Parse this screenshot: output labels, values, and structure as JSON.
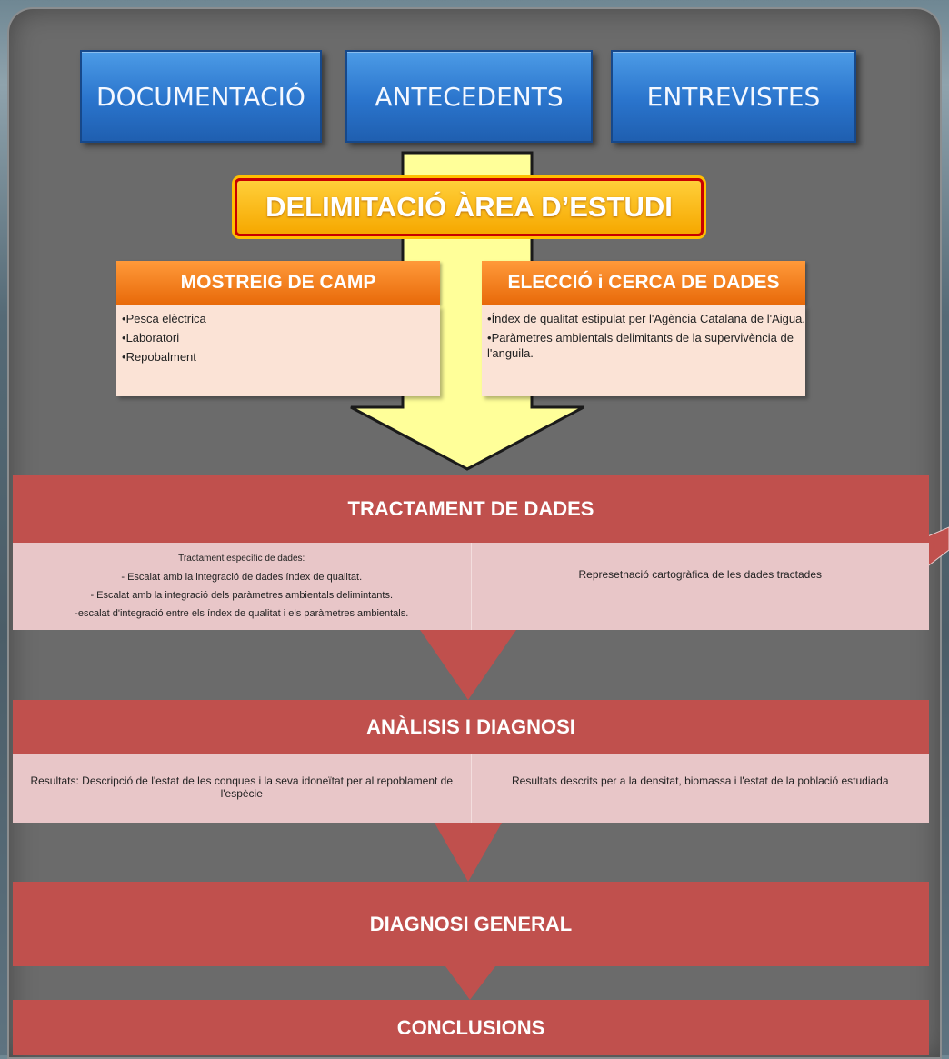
{
  "top_buttons": [
    "DOCUMENTACIÓ",
    "ANTECEDENTS",
    "ENTREVISTES"
  ],
  "delimitacio": "DELIMITACIÓ ÀREA D’ESTUDI",
  "mostreig": {
    "title": "MOSTREIG DE CAMP",
    "items": [
      "Pesca elèctrica",
      "Laboratori",
      "Repobalment"
    ]
  },
  "eleccio": {
    "title": "ELECCIÓ i CERCA DE DADES",
    "items": [
      "Índex de qualitat estipulat per l'Agència Catalana de l'Aigua.",
      "Paràmetres ambientals delimitants de la supervivència de l'anguila."
    ]
  },
  "tractament": {
    "title": "TRACTAMENT  DE DADES",
    "left_lines": [
      "Tractament específic de dades:",
      "- Escalat amb la integració de dades índex de qualitat.",
      "- Escalat amb la integració dels paràmetres ambientals delimintants.",
      "-escalat d'integració entre els índex de qualitat i els paràmetres ambientals."
    ],
    "right": "Represetnació cartogràfica de les dades tractades"
  },
  "analisi": {
    "title": "ANÀLISIS I DIAGNOSI",
    "left": "Resultats: Descripció de l'estat de les conques i la seva idoneïtat per al repoblament de l'espècie",
    "right": "Resultats descrits per a la densitat, biomassa i l'estat de la població estudiada"
  },
  "diagnosi_general": "DIAGNOSI GENERAL",
  "conclusions": "CONCLUSIONS",
  "colors": {
    "blue_button": "#2a74cc",
    "yellow_arrow": "#ffff99",
    "orange_header": "#f07a1a",
    "red_bar": "#c0504d",
    "pink_row": "#e8c6c8"
  }
}
